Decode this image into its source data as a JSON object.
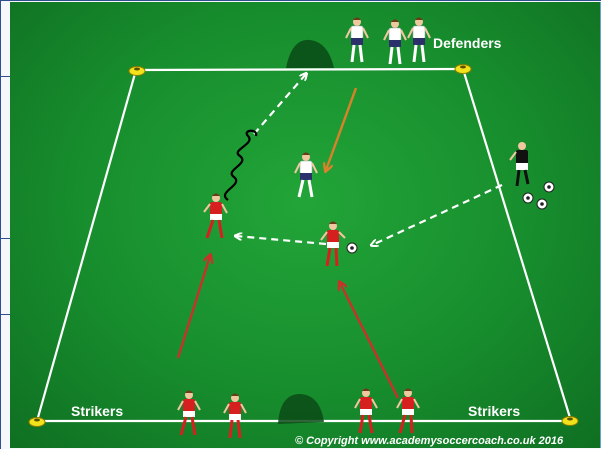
{
  "labels": {
    "defenders": "Defenders",
    "strikers_left": "Strikers",
    "strikers_right": "Strikers"
  },
  "copyright": "© Copyright www.academysoccercoach.co.uk 2016",
  "colors": {
    "pitch": "#178d2d",
    "line": "#ffffff",
    "red_team": "#d62020",
    "white_team": "#ffffff",
    "pass_arrow": "#ffffff",
    "run_arrow_red": "#c8322a",
    "run_arrow_orange": "#d9822b",
    "dribble": "#000000",
    "cone": "#f2e21b"
  }
}
